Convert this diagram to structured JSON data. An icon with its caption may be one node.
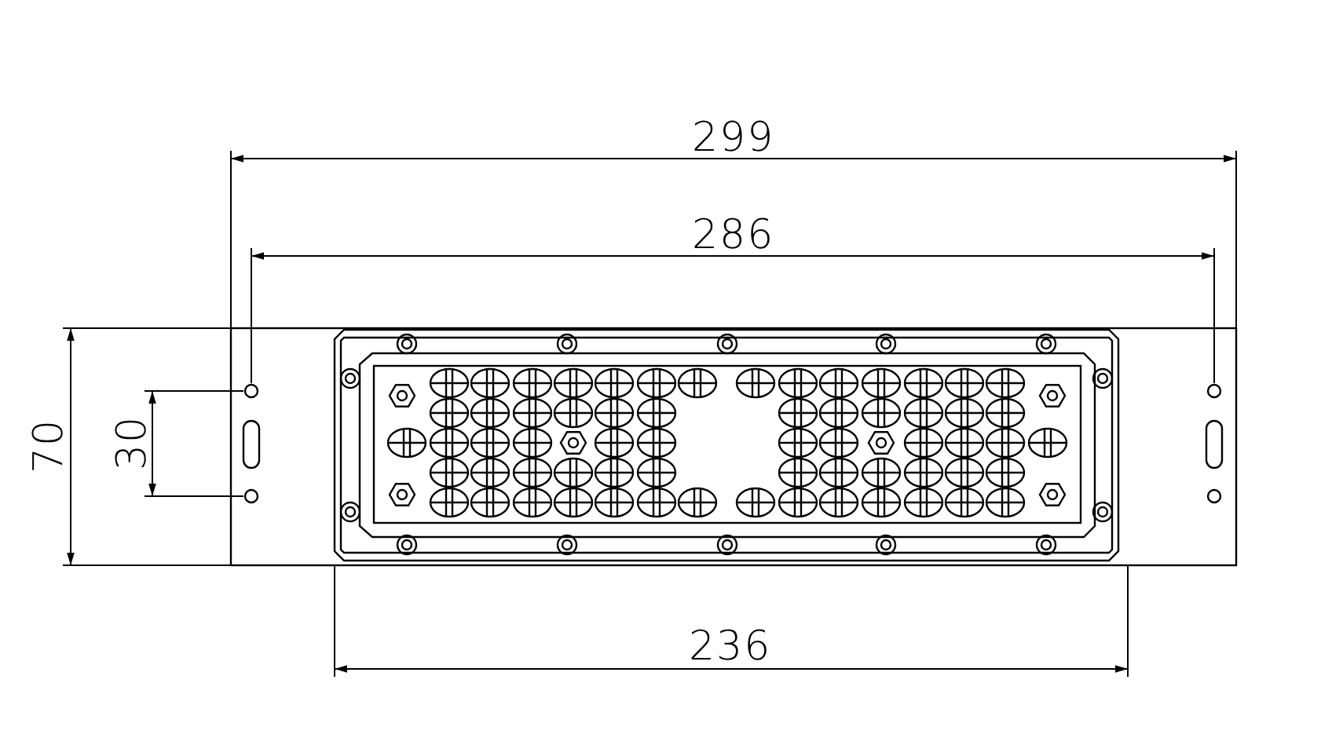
{
  "diagram": {
    "labels": [
      "299",
      "286",
      "70",
      "30",
      "236"
    ]
  }
}
